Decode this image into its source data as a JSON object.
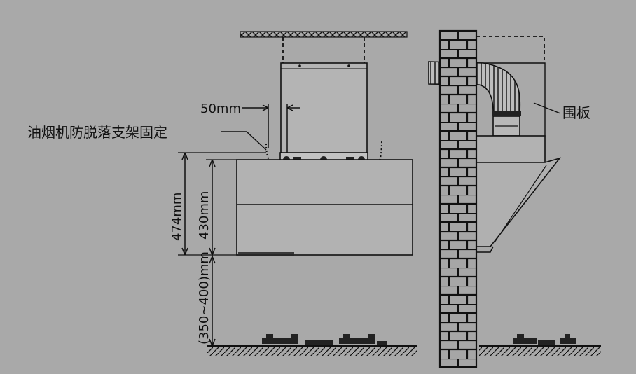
{
  "labels": {
    "gap_50": "50mm",
    "bracket_note": "油烟机防脱落支架固定",
    "dim_474": "474mm",
    "dim_430": "430mm",
    "dim_range": "(350~400)mm",
    "panel": "围板"
  },
  "colors": {
    "background": "#a9a9a9",
    "stroke": "#111111",
    "hood_fill": "#b2b2b2",
    "wall_fill": "#a6a6a6"
  }
}
